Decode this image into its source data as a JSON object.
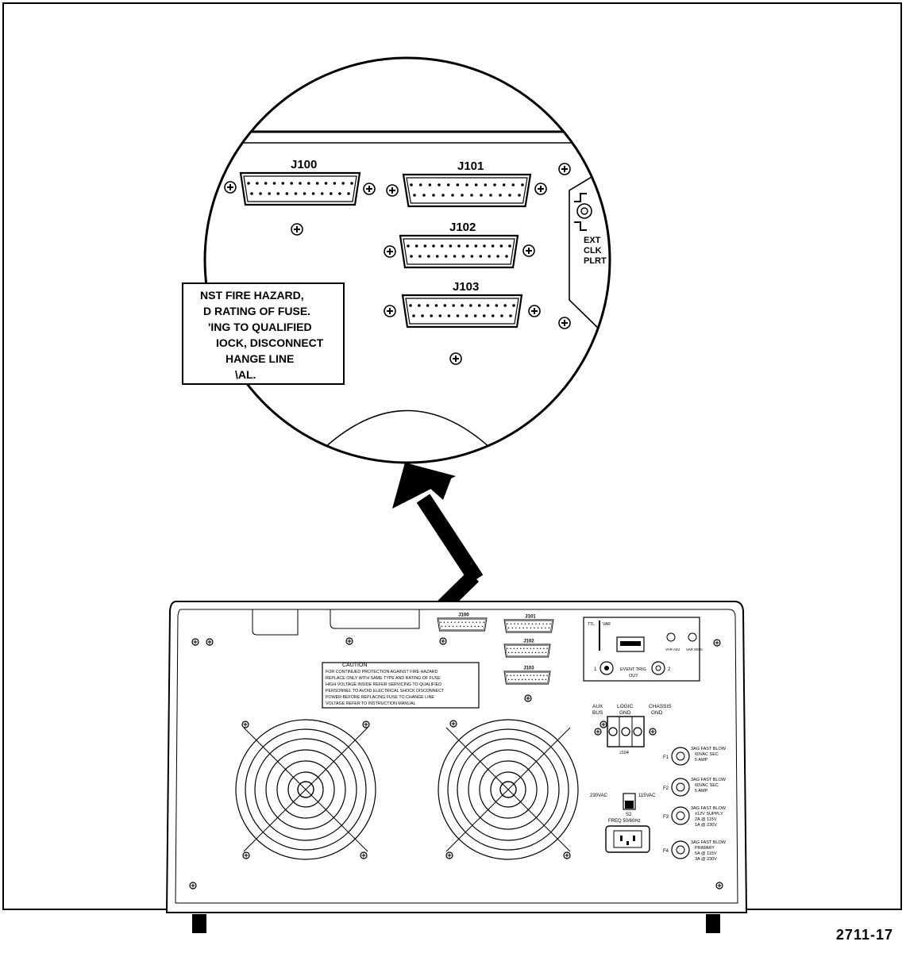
{
  "figure_number": "2711-17",
  "detail": {
    "connectors": [
      "J100",
      "J101",
      "J102",
      "J103"
    ],
    "caution_fragment": [
      "NST FIRE HAZARD,",
      "D RATING OF FUSE.",
      "'ING TO QUALIFIED",
      "IOCK, DISCONNECT",
      "HANGE LINE",
      "\\AL."
    ],
    "ext_clk_labels": [
      "EXT",
      "CLK",
      "PLRT"
    ]
  },
  "panel": {
    "connectors": [
      "J100",
      "J101",
      "J102",
      "J103"
    ],
    "caution_title": "CAUTION",
    "caution_lines": [
      "FOR CONTINUED PROTECTION AGAINST FIRE HAZARD",
      "REPLACE ONLY WITH SAME TYPE AND RATING OF FUSE",
      "HIGH VOLTAGE INSIDE  REFER SERVICING TO QUALIFIED",
      "PERSONNEL  TO AVOID ELECTRICAL SHOCK  DISCONNECT",
      "POWER BEFORE REPLACING FUSE  TO CHANGE LINE",
      "VOLTAGE  REFER TO INSTRUCTION MANUAL"
    ],
    "event_trig_label": "EVENT  TRIG",
    "event_trig_out": "OUT",
    "event_ch1": "1",
    "event_ch2": "2",
    "var_adj": "VAR ADJ",
    "var_mon": "VAR MON",
    "ttl_label": "TTL",
    "var_label": "VAR",
    "aux_bus": [
      "AUX",
      "BUS"
    ],
    "logic_gnd": [
      "LOGIC",
      "GND"
    ],
    "chassis_gnd": [
      "CHASSIS",
      "GND"
    ],
    "terminal_label": "J104",
    "voltage_switch": {
      "left": "230VAC",
      "right": "115VAC",
      "name": "S2"
    },
    "freq_label": "FREQ 50/60Hz",
    "fuses": [
      {
        "id": "F1",
        "lines": [
          "3AG FAST BLOW",
          "60VAC SEC",
          "5 AMP"
        ]
      },
      {
        "id": "F2",
        "lines": [
          "3AG FAST BLOW",
          "60VAC SEC",
          "5 AMP"
        ]
      },
      {
        "id": "F3",
        "lines": [
          "3AG FAST BLOW",
          "±12V SUPPLY",
          "2A @ 115V",
          "1A @ 230V"
        ]
      },
      {
        "id": "F4",
        "lines": [
          "3AG FAST BLOW",
          "PRIMARY",
          "5A @ 115V",
          "3A @ 230V"
        ]
      }
    ]
  }
}
